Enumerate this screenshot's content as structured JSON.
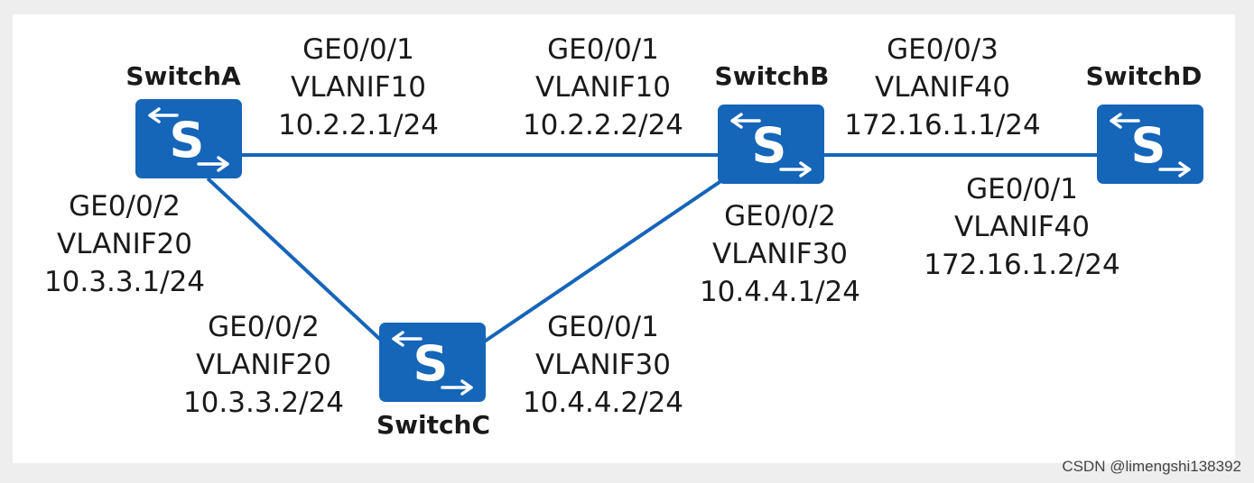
{
  "colors": {
    "switch_fill": "#1565b8",
    "link": "#1565b8",
    "icon_glyph": "#ffffff"
  },
  "switches": {
    "a": {
      "name": "SwitchA",
      "icon": "switch-icon",
      "glyph": "S"
    },
    "b": {
      "name": "SwitchB",
      "icon": "switch-icon",
      "glyph": "S"
    },
    "c": {
      "name": "SwitchC",
      "icon": "switch-icon",
      "glyph": "S"
    },
    "d": {
      "name": "SwitchD",
      "icon": "switch-icon",
      "glyph": "S"
    }
  },
  "interfaces": {
    "a_to_b": {
      "port": "GE0/0/1",
      "vlanif": "VLANIF10",
      "ip": "10.2.2.1/24"
    },
    "b_to_a": {
      "port": "GE0/0/1",
      "vlanif": "VLANIF10",
      "ip": "10.2.2.2/24"
    },
    "b_to_d": {
      "port": "GE0/0/3",
      "vlanif": "VLANIF40",
      "ip": "172.16.1.1/24"
    },
    "d_to_b": {
      "port": "GE0/0/1",
      "vlanif": "VLANIF40",
      "ip": "172.16.1.2/24"
    },
    "a_to_c": {
      "port": "GE0/0/2",
      "vlanif": "VLANIF20",
      "ip": "10.3.3.1/24"
    },
    "c_to_a": {
      "port": "GE0/0/2",
      "vlanif": "VLANIF20",
      "ip": "10.3.3.2/24"
    },
    "b_to_c": {
      "port": "GE0/0/2",
      "vlanif": "VLANIF30",
      "ip": "10.4.4.1/24"
    },
    "c_to_b": {
      "port": "GE0/0/1",
      "vlanif": "VLANIF30",
      "ip": "10.4.4.2/24"
    }
  },
  "watermark": "CSDN @limengshi138392"
}
